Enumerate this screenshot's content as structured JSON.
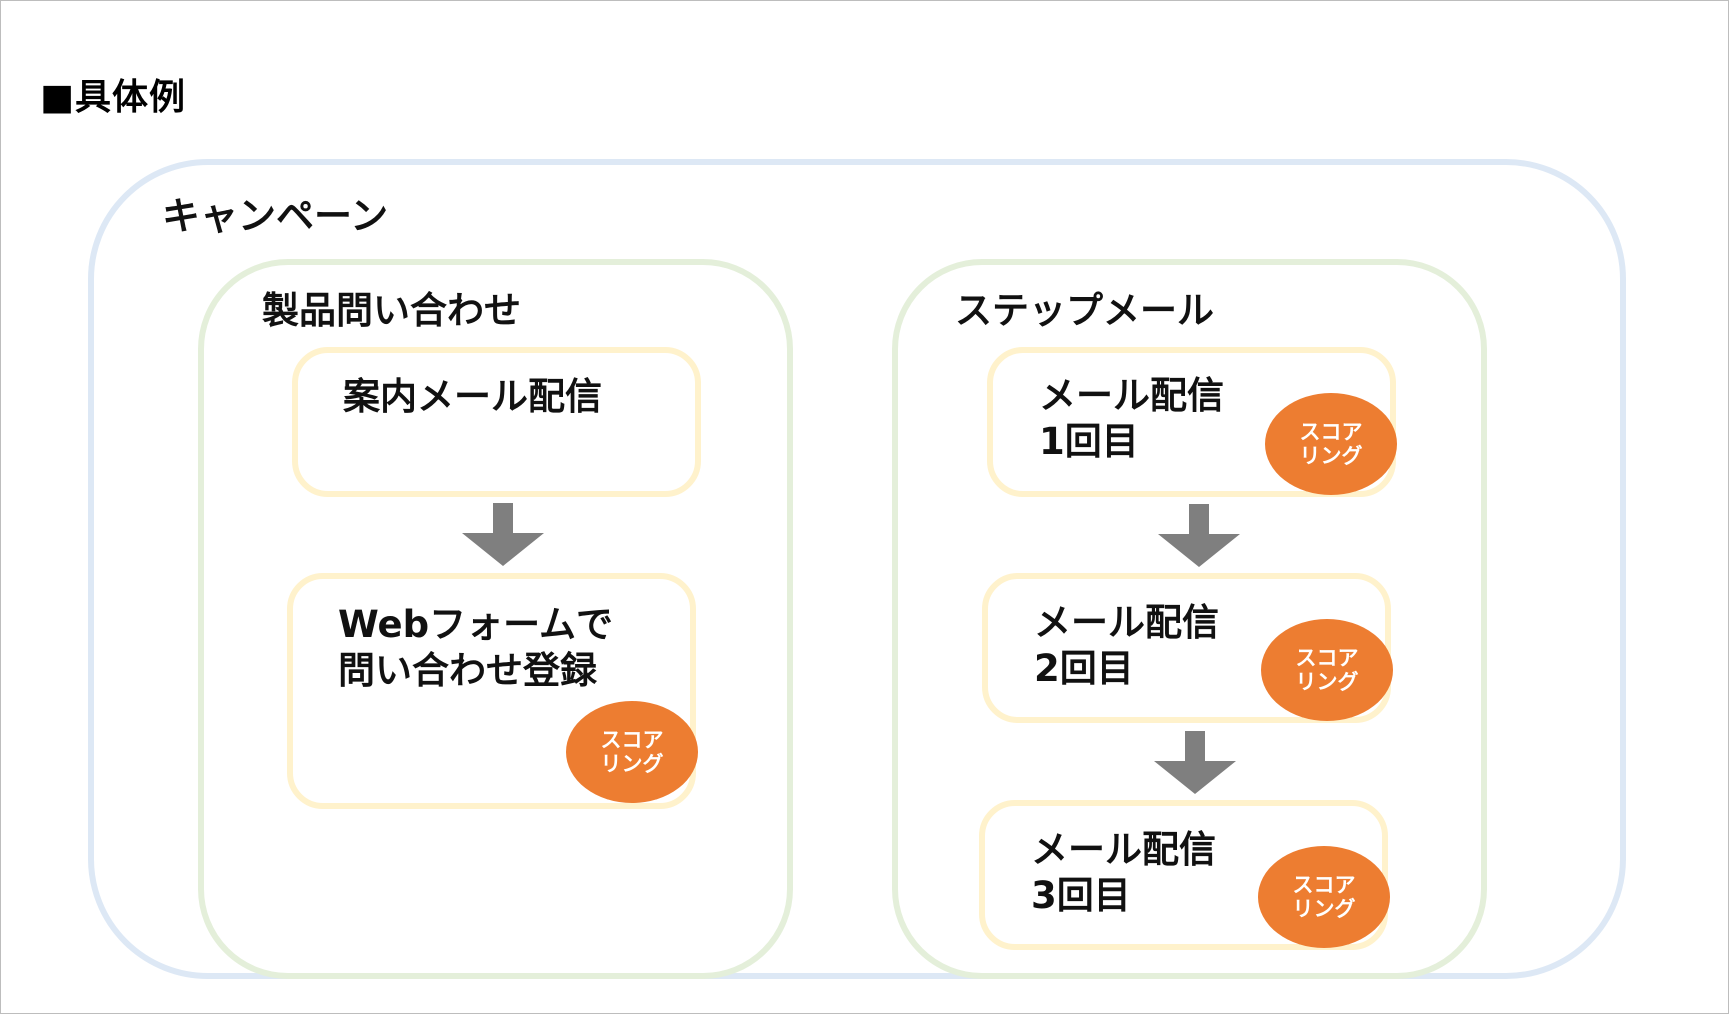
{
  "page": {
    "title": "■具体例"
  },
  "campaign": {
    "label": "キャンペーン"
  },
  "groups": [
    {
      "label": "製品問い合わせ",
      "steps": [
        {
          "text": "案内メール配信",
          "badge": ""
        },
        {
          "text": "Webフォームで\n問い合わせ登録",
          "badge": "スコア\nリング"
        }
      ]
    },
    {
      "label": "ステップメール",
      "steps": [
        {
          "text": "メール配信\n1回目",
          "badge": "スコア\nリング"
        },
        {
          "text": "メール配信\n2回目",
          "badge": "スコア\nリング"
        },
        {
          "text": "メール配信\n3回目",
          "badge": "スコア\nリング"
        }
      ]
    }
  ],
  "colors": {
    "campaign_border": "#dde8f5",
    "group_border": "#e4efda",
    "step_border": "#fff2cc",
    "badge_fill": "#ed7d31",
    "arrow_fill": "#7f7f7f"
  }
}
